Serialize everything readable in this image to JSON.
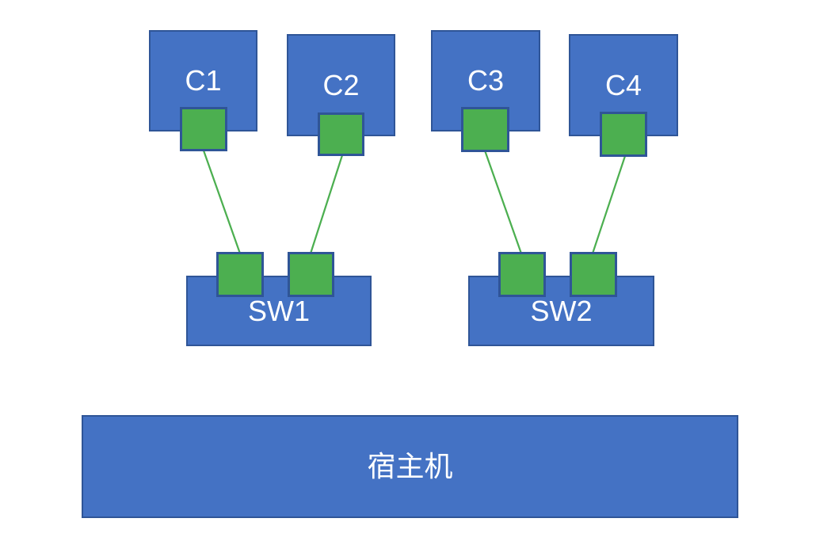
{
  "diagram": {
    "type": "network-topology",
    "nodes": {
      "containers": [
        {
          "id": "C1",
          "label": "C1"
        },
        {
          "id": "C2",
          "label": "C2"
        },
        {
          "id": "C3",
          "label": "C3"
        },
        {
          "id": "C4",
          "label": "C4"
        }
      ],
      "switches": [
        {
          "id": "SW1",
          "label": "SW1",
          "ports": 2
        },
        {
          "id": "SW2",
          "label": "SW2",
          "ports": 2
        }
      ],
      "host": {
        "id": "host",
        "label": "宿主机"
      }
    },
    "links": [
      {
        "from": "C1",
        "to": "SW1"
      },
      {
        "from": "C2",
        "to": "SW1"
      },
      {
        "from": "C3",
        "to": "SW2"
      },
      {
        "from": "C4",
        "to": "SW2"
      }
    ]
  },
  "colors": {
    "node_fill": "#4472C4",
    "node_border": "#2F5597",
    "port_fill": "#4CAF50",
    "port_border": "#2F5597",
    "link_color": "#4CAF50",
    "label_color": "#FFFFFF",
    "canvas_bg": "#FFFFFF"
  }
}
